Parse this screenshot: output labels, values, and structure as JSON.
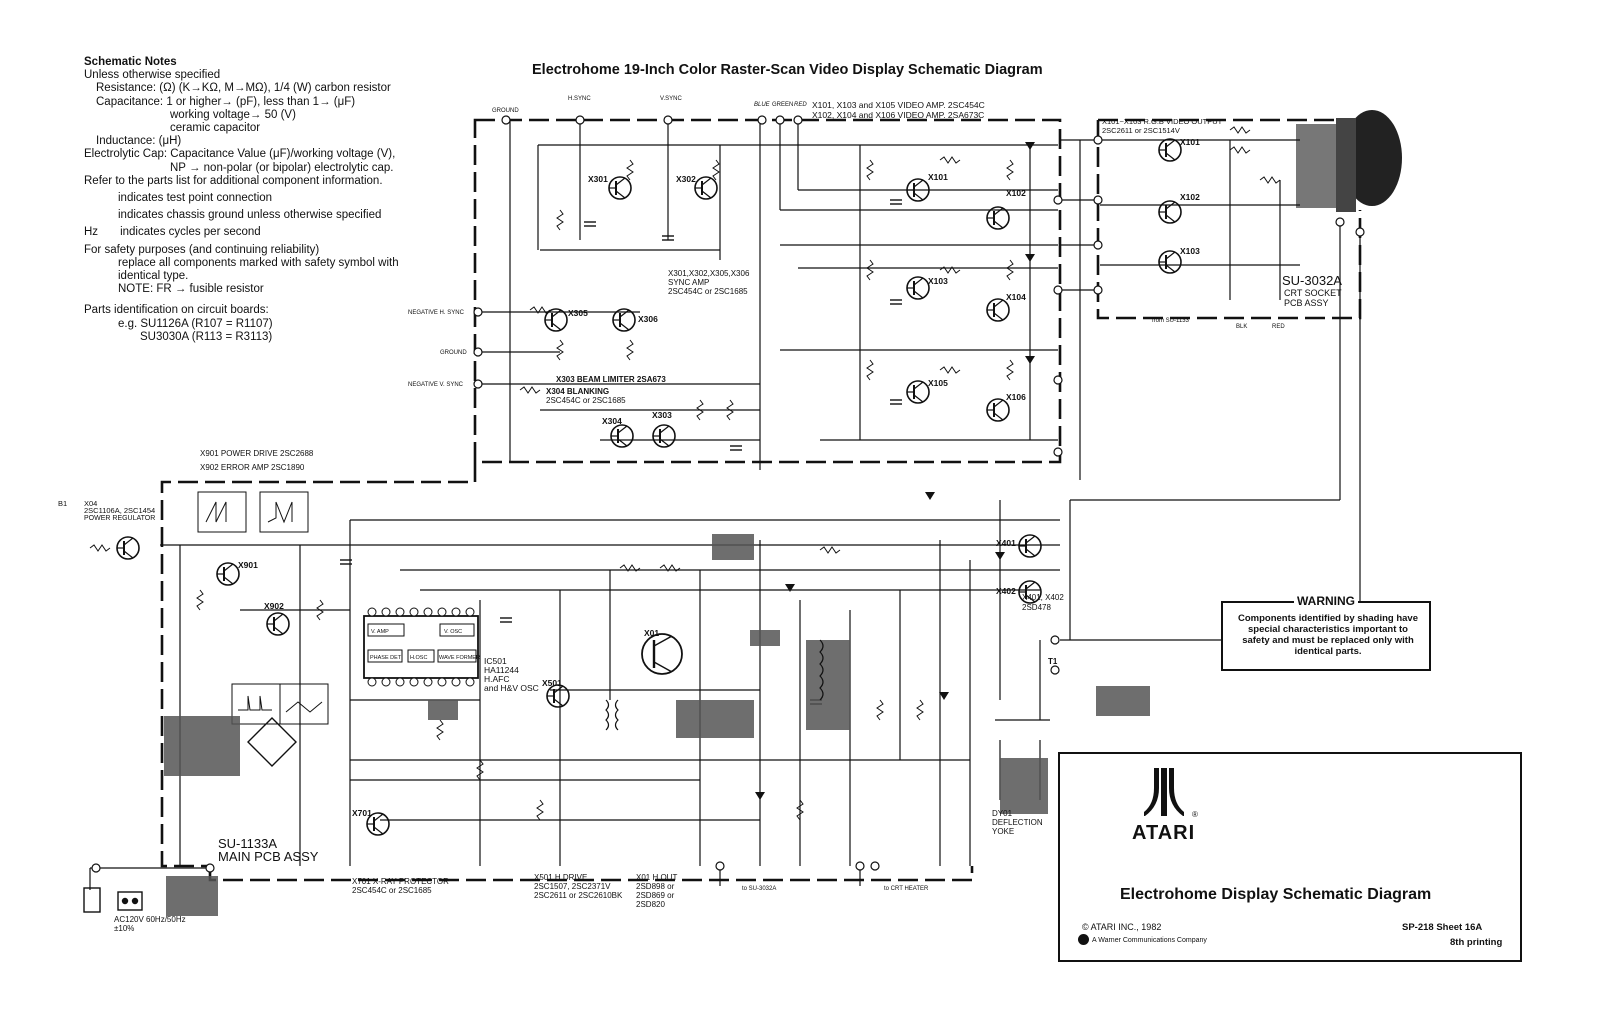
{
  "title": "Electrohome 19-Inch Color Raster-Scan Video Display Schematic Diagram",
  "notes": {
    "heading": "Schematic Notes",
    "lines": [
      "Unless otherwise specified",
      "Resistance: (Ω) (K→KΩ, M→MΩ), 1/4 (W) carbon resistor",
      "Capacitance: 1 or higher→ (pF), less than 1→ (μF)",
      "working voltage→ 50 (V)",
      "ceramic capacitor",
      "Inductance: (μH)",
      "Electrolytic Cap: Capacitance Value (μF)/working voltage (V),",
      "NP → non-polar (or bipolar) electrolytic cap.",
      "Refer to the parts list for additional component information.",
      "indicates test point connection",
      "indicates chassis ground unless otherwise specified",
      "indicates cycles per second",
      "For safety purposes (and continuing reliability)",
      "replace all components marked with safety symbol with",
      "identical type.",
      "NOTE: FR → fusible resistor",
      "Parts identification on circuit boards:",
      "e.g. SU1126A (R107 = R1107)",
      "SU3030A (R113 = R3113)"
    ],
    "hz": "Hz"
  },
  "warning": {
    "heading": "WARNING",
    "body": "Components identified by shading have special characteristics important to safety and must be replaced only with identical parts."
  },
  "titleblock": {
    "brand": "ATARI",
    "reg": "®",
    "diagram_title": "Electrohome Display Schematic Diagram",
    "copyright": "© ATARI INC., 1982",
    "company": "A Warner Communications Company",
    "sheet": "SP-218   Sheet 16A",
    "printing": "8th printing"
  },
  "labels": {
    "h_sync": "H.SYNC",
    "v_sync": "V.SYNC",
    "ground": "GROUND",
    "blue": "BLUE",
    "green": "GREEN",
    "red": "RED",
    "video_amp1": "X101, X103 and X105 VIDEO AMP. 2SC454C",
    "video_amp2": "X102, X104 and X106 VIDEO AMP. 2SA673C",
    "rgb_out1": "X101~X103 R.G.B VIDEO OUTPUT",
    "rgb_out2": "2SC2611 or 2SC1514V",
    "su3032a": "SU-3032A",
    "crt_socket": "CRT SOCKET",
    "pcb_assy": "PCB ASSY",
    "x301": "X301",
    "x302": "X302",
    "x305": "X305",
    "x306": "X306",
    "sync_amp1": "X301,X302,X305,X306",
    "sync_amp2": "SYNC AMP",
    "sync_amp3": "2SC454C or 2SC1685",
    "neg_h": "NEGATIVE H. SYNC",
    "neg_v": "NEGATIVE V. SYNC",
    "beam_limiter": "X303 BEAM LIMITER  2SA673",
    "blanking1": "X304 BLANKING",
    "blanking2": "2SC454C or 2SC1685",
    "x303": "X303",
    "x304": "X304",
    "x101": "X101",
    "x102": "X102",
    "x103": "X103",
    "x104": "X104",
    "x105": "X105",
    "x106": "X106",
    "power_drive": "X901 POWER DRIVE 2SC2688",
    "error_amp": "X902 ERROR AMP  2SC1890",
    "b1": "B1",
    "x04a": "X04",
    "x04b": "2SC1106A, 2SC1454",
    "x04c": "POWER REGULATOR",
    "x901": "X901",
    "x902": "X902",
    "ic501a": "IC501",
    "ic501b": "HA11244",
    "ic501c": "H.AFC",
    "ic501d": "and H&V OSC",
    "vamp": "V. AMP",
    "vosc": "V. OSC",
    "phase": "PHASE DET",
    "hosc": "H.OSC",
    "wave": "WAVE FORMER",
    "x501": "X501",
    "x01": "X01",
    "x401": "X401",
    "x402": "X402",
    "x401b": "X401, X402",
    "x401c": "2SD478",
    "su1133a": "SU-1133A",
    "main_pcb": "MAIN PCB ASSY",
    "x701": "X701",
    "xray1": "X701 X-RAY PROTECTOR",
    "xray2": "2SC454C or 2SC1685",
    "hdrive1": "X501 H.DRIVE",
    "hdrive2": "2SC1507, 2SC2371V",
    "hdrive3": "2SC2611 or 2SC2610BK",
    "hout1": "X01 H.OUT",
    "hout2": "2SD898 or",
    "hout3": "2SD869 or",
    "hout4": "2SD820",
    "ac": "AC120V 60Hz/50Hz",
    "ac2": "±10%",
    "dy1": "DY01",
    "dy2": "DEFLECTION",
    "dy3": "YOKE",
    "to_su": "to SU-3032A",
    "to_crt": "to CRT HEATER",
    "t1": "T1",
    "blk": "BLK",
    "red2": "RED",
    "from_su": "from SU-1133"
  }
}
